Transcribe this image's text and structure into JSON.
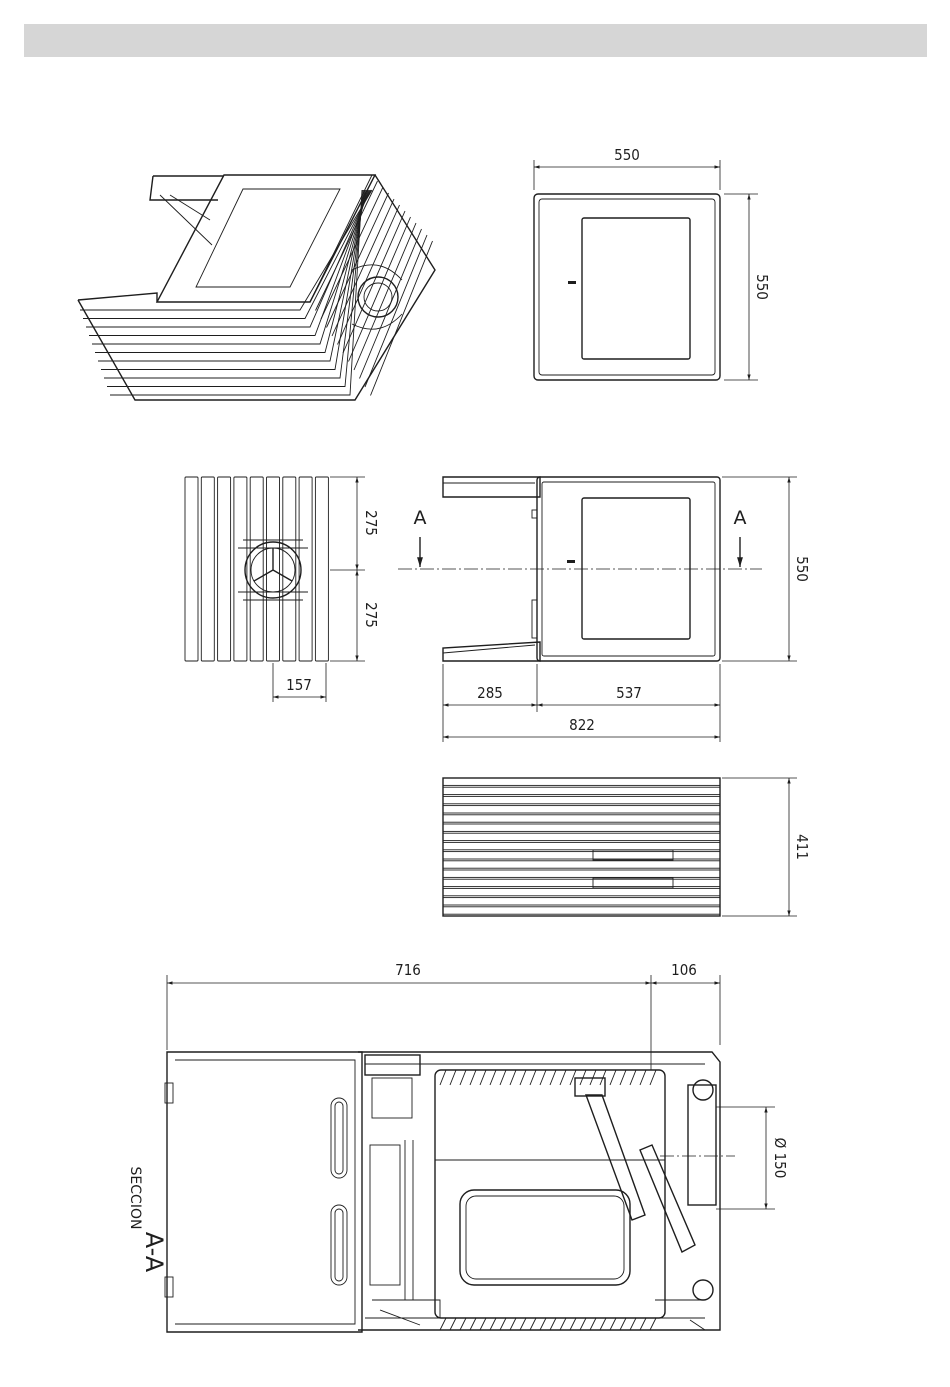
{
  "header": {
    "band_color": "#d6d6d6"
  },
  "dimensions": {
    "top_width": "550",
    "top_depth": "550",
    "side_upper": "275",
    "side_lower": "275",
    "side_offset": "157",
    "front_height": "550",
    "front_left": "285",
    "front_right": "537",
    "front_total": "822",
    "rear_height": "411",
    "section_main": "716",
    "section_back": "106",
    "flue_diameter": "Ø 150"
  },
  "section": {
    "cut_label_left": "A",
    "cut_label_right": "A",
    "title_word": "SECCION",
    "title_letters": "A-A"
  },
  "colors": {
    "line": "#1e1e1e",
    "background": "#ffffff"
  }
}
